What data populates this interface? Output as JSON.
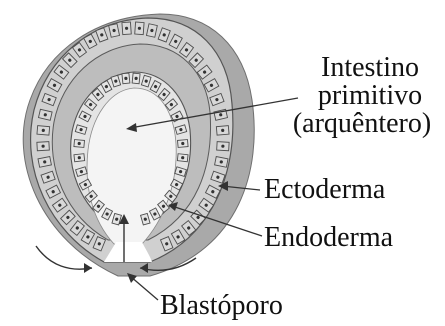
{
  "labels": {
    "intestino": "Intestino",
    "primitivo": "primitivo",
    "arquentero": "(arquêntero)",
    "ectoderma": "Ectoderma",
    "endoderma": "Endoderma",
    "blastoporo": "Blastóporo"
  },
  "colors": {
    "ectoderm_cells": "#d8d8d8",
    "mesoderm_layer": "#bdbdbd",
    "endoderm_cells": "#e4e4e4",
    "archenteron": "#f4f4f4",
    "outer_face": "#a9a9a9",
    "leader_line": "#333333"
  }
}
